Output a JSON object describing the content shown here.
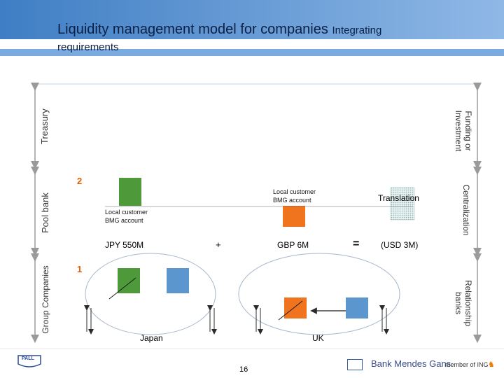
{
  "header": {
    "title_main": "Liquidity management model for companies",
    "title_small": "Integrating",
    "title_line2": "requirements"
  },
  "side_labels": {
    "treasury": "Treasury",
    "pool_bank": "Pool bank",
    "group_companies": "Group Companies",
    "funding": "Funding or Investment",
    "centralization": "Centralization",
    "relationship": "Relationship banks"
  },
  "diagram": {
    "step2": "2",
    "step1": "1",
    "local_account_1": "Local customer BMG account",
    "local_account_2": "Local customer BMG account",
    "translation": "Translation",
    "jpy": "JPY 550M",
    "plus": "+",
    "gbp": "GBP 6M",
    "equals": "=",
    "usd": "(USD 3M)",
    "japan": "Japan",
    "uk": "UK"
  },
  "footer": {
    "page_number": "16",
    "pall_logo": "PALL",
    "bmg_logo": "Bank Mendes Gans",
    "ing_logo": "member of ING"
  },
  "colors": {
    "header_blue": "#5b93d3",
    "green": "#4e9a3a",
    "orange": "#f0731e",
    "blue": "#5b96cf",
    "arrow_gray": "#9a9a9a"
  }
}
